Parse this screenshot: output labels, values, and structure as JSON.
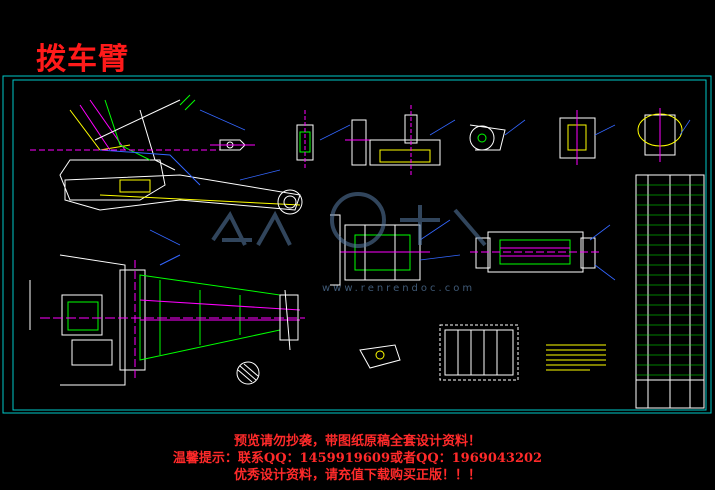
{
  "title": "拨车臂",
  "watermark": {
    "brand": "人人文库",
    "url": "www.renrendoc.com"
  },
  "footer": {
    "line1": "预览请勿抄袭，带图纸原稿全套设计资料！",
    "line2": "温馨提示：联系QQ：1459919609或者QQ：1969043202",
    "line3": "优秀设计资料，请充值下载购买正版！！！"
  },
  "colors": {
    "background": "#000000",
    "frame": "#00c8c8",
    "outline": "#ffffff",
    "accent_green": "#00ff00",
    "accent_magenta": "#ff00ff",
    "accent_yellow": "#ffff00",
    "accent_blue": "#3366ff",
    "title_red": "#ff1a1a"
  }
}
